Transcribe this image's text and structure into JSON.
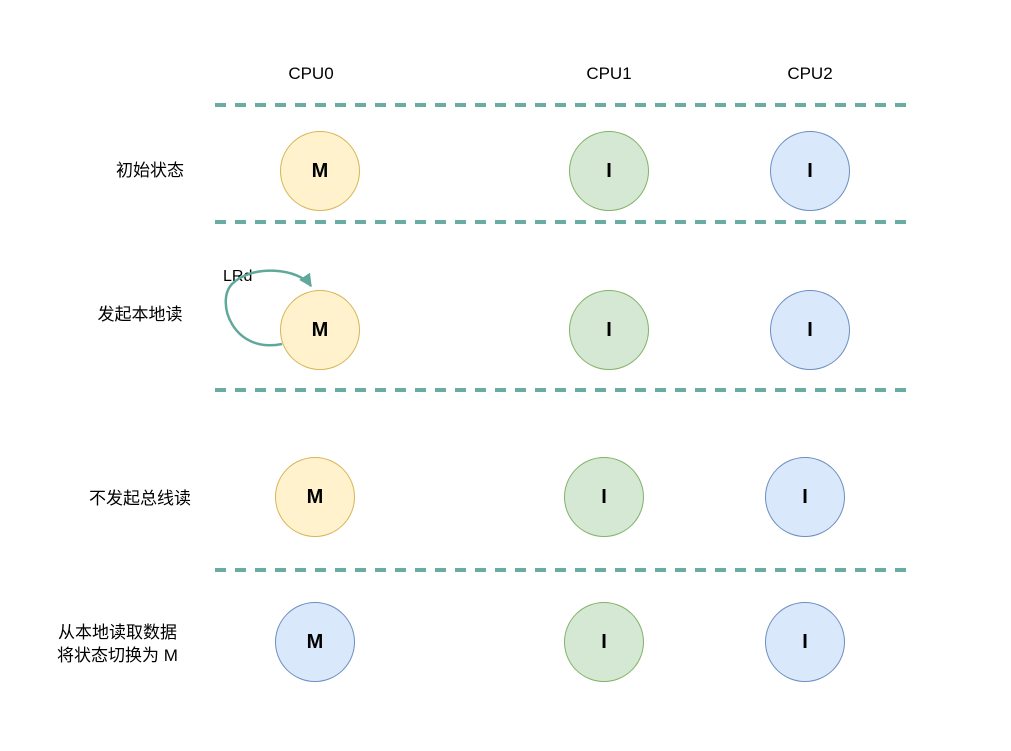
{
  "diagram": {
    "columns": [
      "CPU0",
      "CPU1",
      "CPU2"
    ],
    "rows": [
      {
        "label": "初始状态",
        "states": [
          "M",
          "I",
          "I"
        ],
        "fills": [
          "yellow",
          "green",
          "blue"
        ]
      },
      {
        "label": "发起本地读",
        "arrow_label": "LRd",
        "states": [
          "M",
          "I",
          "I"
        ],
        "fills": [
          "yellow",
          "green",
          "blue"
        ]
      },
      {
        "label": "不发起总线读",
        "states": [
          "M",
          "I",
          "I"
        ],
        "fills": [
          "yellow",
          "green",
          "blue"
        ]
      },
      {
        "label_line1": "从本地读取数据",
        "label_line2": "将状态切换为 M",
        "states": [
          "M",
          "I",
          "I"
        ],
        "fills": [
          "blue",
          "green",
          "blue"
        ]
      }
    ],
    "palette": {
      "yellow_fill": "#FFF2CC",
      "yellow_stroke": "#D6B656",
      "green_fill": "#D5E8D4",
      "green_stroke": "#82B366",
      "blue_fill": "#DAE8FC",
      "blue_stroke": "#6C8EBF",
      "separator_color": "#6AACA2",
      "arrow_color": "#60A89B",
      "text_color": "#000000"
    }
  }
}
